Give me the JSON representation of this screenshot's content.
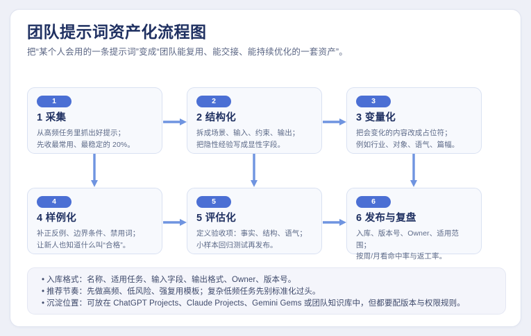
{
  "header": {
    "title": "团队提示词资产化流程图",
    "subtitle": "把“某个人会用的一条提示词”变成“团队能复用、能交接、能持续优化的一套资产”。"
  },
  "flow": {
    "steps": [
      {
        "badge": "1",
        "title": "1 采集",
        "line1": "从高频任务里抓出好提示；",
        "line2": "先收最常用、最稳定的 20%。"
      },
      {
        "badge": "2",
        "title": "2 结构化",
        "line1": "拆成场景、输入、约束、输出；",
        "line2": "把隐性经验写成显性字段。"
      },
      {
        "badge": "3",
        "title": "3 变量化",
        "line1": "把会变化的内容改成占位符；",
        "line2": "例如行业、对象、语气、篇幅。"
      },
      {
        "badge": "4",
        "title": "4 样例化",
        "line1": "补正反例、边界条件、禁用词；",
        "line2": "让新人也知道什么叫“合格”。"
      },
      {
        "badge": "5",
        "title": "5 评估化",
        "line1": "定义验收项：事实、结构、语气；",
        "line2": "小样本回归测试再发布。"
      },
      {
        "badge": "6",
        "title": "6 发布与复盘",
        "line1": "入库、版本号、Owner、适用范围；",
        "line2": "按周/月看命中率与返工率。"
      }
    ],
    "arrows": [
      {
        "name": "arrow-step1-to-step2",
        "direction": "right"
      },
      {
        "name": "arrow-step2-to-step3",
        "direction": "right"
      },
      {
        "name": "arrow-step4-to-step5",
        "direction": "right"
      },
      {
        "name": "arrow-step5-to-step6",
        "direction": "right"
      },
      {
        "name": "arrow-step1-to-step4",
        "direction": "down"
      },
      {
        "name": "arrow-step2-to-step5",
        "direction": "down"
      },
      {
        "name": "arrow-step3-to-step6",
        "direction": "down"
      }
    ]
  },
  "notes": {
    "bullet_char": "•",
    "lines": [
      "入库格式：名称、适用任务、输入字段、输出格式、Owner、版本号。",
      "推荐节奏：先做高频、低风险、强复用模板；复杂低频任务先别标准化过头。",
      "沉淀位置：可放在 ChatGPT Projects、Claude Projects、Gemini Gems 或团队知识库中，但都要配版本与权限规则。"
    ]
  },
  "colors": {
    "page_background": "#eef0f7",
    "panel_background": "#ffffff",
    "card_background": "#f7f9fd",
    "card_border": "#d9e1f2",
    "badge_blue": "#4b6fd4",
    "arrow_blue": "#6f94e0",
    "title_navy": "#1f3061",
    "body_text": "#5d6a88",
    "notes_background": "#f4f5fb"
  }
}
